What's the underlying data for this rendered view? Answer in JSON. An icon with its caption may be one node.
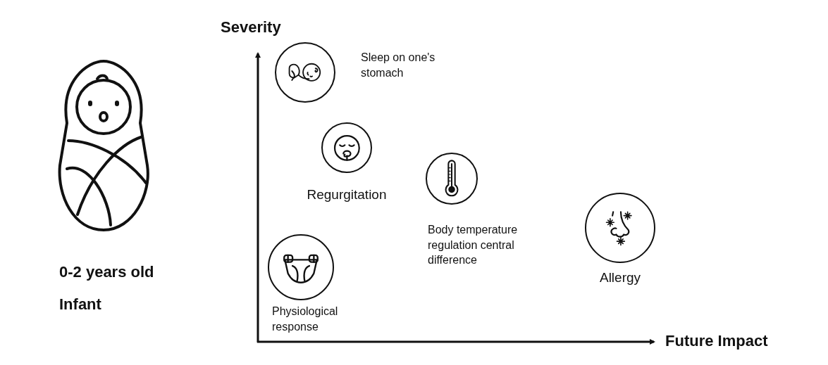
{
  "diagram": {
    "nodes": [
      {
        "text": [],
        "shape": "circle",
        "beside": [
          "Sleep on one's stomach"
        ]
      },
      {
        "text": [],
        "shape": "circle",
        "beside": [
          "Regurgitation"
        ]
      },
      {
        "text": [],
        "shape": "circle",
        "beside": [
          "Body temperature regulation central difference"
        ]
      },
      {
        "text": [],
        "shape": "circle",
        "beside": [
          "Physiological response"
        ]
      },
      {
        "text": [],
        "shape": "circle",
        "beside": [
          "Allergy"
        ]
      }
    ],
    "labels": [
      "Severity",
      "0-2 years old",
      "Infant",
      "Future Impact"
    ]
  }
}
